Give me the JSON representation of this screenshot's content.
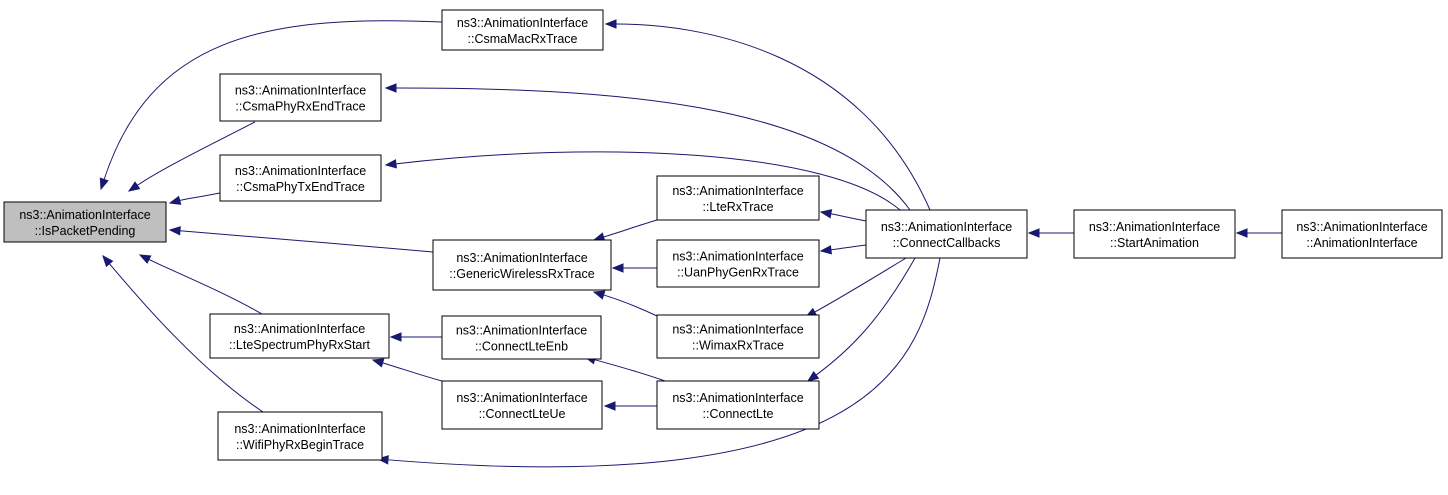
{
  "graph": {
    "nodes": [
      {
        "id": "ispacketpending",
        "line1": "ns3::AnimationInterface",
        "line2": "::IsPacketPending",
        "focus": true
      },
      {
        "id": "csmamacrxtrace",
        "line1": "ns3::AnimationInterface",
        "line2": "::CsmaMacRxTrace"
      },
      {
        "id": "csmaphyrxendtrace",
        "line1": "ns3::AnimationInterface",
        "line2": "::CsmaPhyRxEndTrace"
      },
      {
        "id": "csmaphytxendtrace",
        "line1": "ns3::AnimationInterface",
        "line2": "::CsmaPhyTxEndTrace"
      },
      {
        "id": "genericwirelessrxtrace",
        "line1": "ns3::AnimationInterface",
        "line2": "::GenericWirelessRxTrace"
      },
      {
        "id": "ltespectrumphyrxstart",
        "line1": "ns3::AnimationInterface",
        "line2": "::LteSpectrumPhyRxStart"
      },
      {
        "id": "wifiphyrxbegintrace",
        "line1": "ns3::AnimationInterface",
        "line2": "::WifiPhyRxBeginTrace"
      },
      {
        "id": "ltertrace",
        "line1": "ns3::AnimationInterface",
        "line2": "::LteRxTrace"
      },
      {
        "id": "uanphygenrxtrace",
        "line1": "ns3::AnimationInterface",
        "line2": "::UanPhyGenRxTrace"
      },
      {
        "id": "wimaxrxtrace",
        "line1": "ns3::AnimationInterface",
        "line2": "::WimaxRxTrace"
      },
      {
        "id": "connectlteenb",
        "line1": "ns3::AnimationInterface",
        "line2": "::ConnectLteEnb"
      },
      {
        "id": "connectlteue",
        "line1": "ns3::AnimationInterface",
        "line2": "::ConnectLteUe"
      },
      {
        "id": "connectlte",
        "line1": "ns3::AnimationInterface",
        "line2": "::ConnectLte"
      },
      {
        "id": "connectcallbacks",
        "line1": "ns3::AnimationInterface",
        "line2": "::ConnectCallbacks"
      },
      {
        "id": "startanimation",
        "line1": "ns3::AnimationInterface",
        "line2": "::StartAnimation"
      },
      {
        "id": "animationinterface",
        "line1": "ns3::AnimationInterface",
        "line2": "::AnimationInterface"
      }
    ],
    "edges": [
      {
        "from": "csmamacrxtrace",
        "to": "ispacketpending"
      },
      {
        "from": "csmaphyrxendtrace",
        "to": "ispacketpending"
      },
      {
        "from": "csmaphytxendtrace",
        "to": "ispacketpending"
      },
      {
        "from": "genericwirelessrxtrace",
        "to": "ispacketpending"
      },
      {
        "from": "ltespectrumphyrxstart",
        "to": "ispacketpending"
      },
      {
        "from": "wifiphyrxbegintrace",
        "to": "ispacketpending"
      },
      {
        "from": "ltertrace",
        "to": "genericwirelessrxtrace"
      },
      {
        "from": "uanphygenrxtrace",
        "to": "genericwirelessrxtrace"
      },
      {
        "from": "wimaxrxtrace",
        "to": "genericwirelessrxtrace"
      },
      {
        "from": "connectlteenb",
        "to": "ltespectrumphyrxstart"
      },
      {
        "from": "connectlteue",
        "to": "ltespectrumphyrxstart"
      },
      {
        "from": "connectlte",
        "to": "connectlteenb"
      },
      {
        "from": "connectlte",
        "to": "connectlteue"
      },
      {
        "from": "connectcallbacks",
        "to": "csmamacrxtrace"
      },
      {
        "from": "connectcallbacks",
        "to": "csmaphyrxendtrace"
      },
      {
        "from": "connectcallbacks",
        "to": "csmaphytxendtrace"
      },
      {
        "from": "connectcallbacks",
        "to": "ltertrace"
      },
      {
        "from": "connectcallbacks",
        "to": "uanphygenrxtrace"
      },
      {
        "from": "connectcallbacks",
        "to": "wimaxrxtrace"
      },
      {
        "from": "connectcallbacks",
        "to": "connectlte"
      },
      {
        "from": "connectcallbacks",
        "to": "wifiphyrxbegintrace"
      },
      {
        "from": "startanimation",
        "to": "connectcallbacks"
      },
      {
        "from": "animationinterface",
        "to": "startanimation"
      }
    ]
  }
}
